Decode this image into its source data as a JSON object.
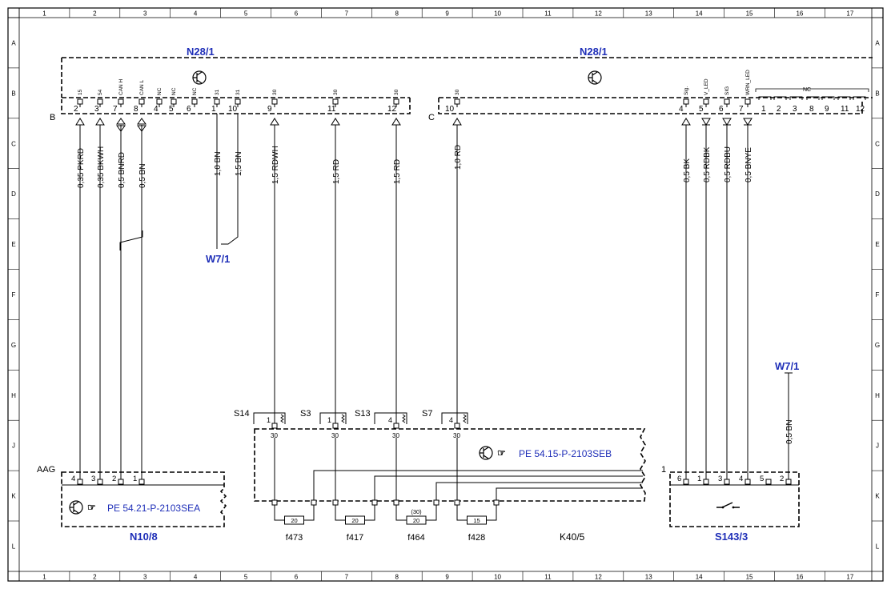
{
  "grid": {
    "cols": [
      "1",
      "2",
      "3",
      "4",
      "5",
      "6",
      "7",
      "8",
      "9",
      "10",
      "11",
      "12",
      "13",
      "14",
      "15",
      "16",
      "17"
    ],
    "rows": [
      "A",
      "B",
      "C",
      "D",
      "E",
      "F",
      "G",
      "H",
      "J",
      "K",
      "L"
    ]
  },
  "n28_left_title": "N28/1",
  "n28_right_title": "N28/1",
  "conn_b": "B",
  "conn_c": "C",
  "pins_left": [
    {
      "sig": "15",
      "num": "2",
      "wire": "0,35 PKRD"
    },
    {
      "sig": "54",
      "num": "3",
      "wire": "0,35 BKWH"
    },
    {
      "sig": "CAN H",
      "num": "7",
      "wire": "0,5 BNRD"
    },
    {
      "sig": "CAN L",
      "num": "8",
      "wire": "0,5 BN"
    },
    {
      "sig": "NC",
      "num": "4",
      "wire": ""
    },
    {
      "sig": "NC",
      "num": "5",
      "wire": ""
    },
    {
      "sig": "NC",
      "num": "6",
      "wire": ""
    },
    {
      "sig": "31",
      "num": "1",
      "wire": "1,0 BN"
    },
    {
      "sig": "31",
      "num": "10",
      "wire": "1,5 BN"
    },
    {
      "sig": "30",
      "num": "9",
      "wire": "1,5 RDWH"
    },
    {
      "sig": "30",
      "num": "11",
      "wire": "1,5 RD"
    },
    {
      "sig": "30",
      "num": "12",
      "wire": "1,5 RD"
    }
  ],
  "pin_c10": {
    "sig": "30",
    "num": "10",
    "wire": "1,0 RD"
  },
  "pins_right": [
    {
      "sig": "Sig.",
      "num": "4",
      "wire": "0,5 BK"
    },
    {
      "sig": "V_LED",
      "num": "5",
      "wire": "0,5 RDBK"
    },
    {
      "sig": "SIG",
      "num": "6",
      "wire": "0,5 RDBU"
    },
    {
      "sig": "WRN_LED",
      "num": "7",
      "wire": "0,5 BNYE"
    }
  ],
  "nc_group": {
    "label": "NC",
    "pins": [
      "1",
      "2",
      "3",
      "8",
      "9",
      "11",
      "12"
    ]
  },
  "w7_left": "W7/1",
  "w7_right": "W7/1",
  "w7_right_wire": "0,5 BN",
  "aag": {
    "label": "AAG",
    "pins": [
      "4",
      "3",
      "2",
      "1"
    ],
    "ref": "PE 54.21-P-2103SEA",
    "name": "N10/8"
  },
  "k40": {
    "ref": "PE 54.15-P-2103SEB",
    "name": "K40/5",
    "studs": [
      {
        "label": "S14",
        "pin": "1",
        "term": "30"
      },
      {
        "label": "S3",
        "pin": "1",
        "term": "30"
      },
      {
        "label": "S13",
        "pin": "4",
        "term": "30"
      },
      {
        "label": "S7",
        "pin": "4",
        "term": "30"
      }
    ],
    "fuses": [
      {
        "name": "f473",
        "val": "20",
        "extra": ""
      },
      {
        "name": "f417",
        "val": "20",
        "extra": ""
      },
      {
        "name": "f464",
        "val": "20",
        "extra": "(30)"
      },
      {
        "name": "f428",
        "val": "15",
        "extra": ""
      }
    ]
  },
  "s143": {
    "name": "S143/3",
    "pin1": "1",
    "pins": [
      "6",
      "1",
      "3",
      "4",
      "5",
      "2"
    ]
  },
  "colors": {
    "ink": "#000000",
    "link": "#1f2fb8"
  }
}
